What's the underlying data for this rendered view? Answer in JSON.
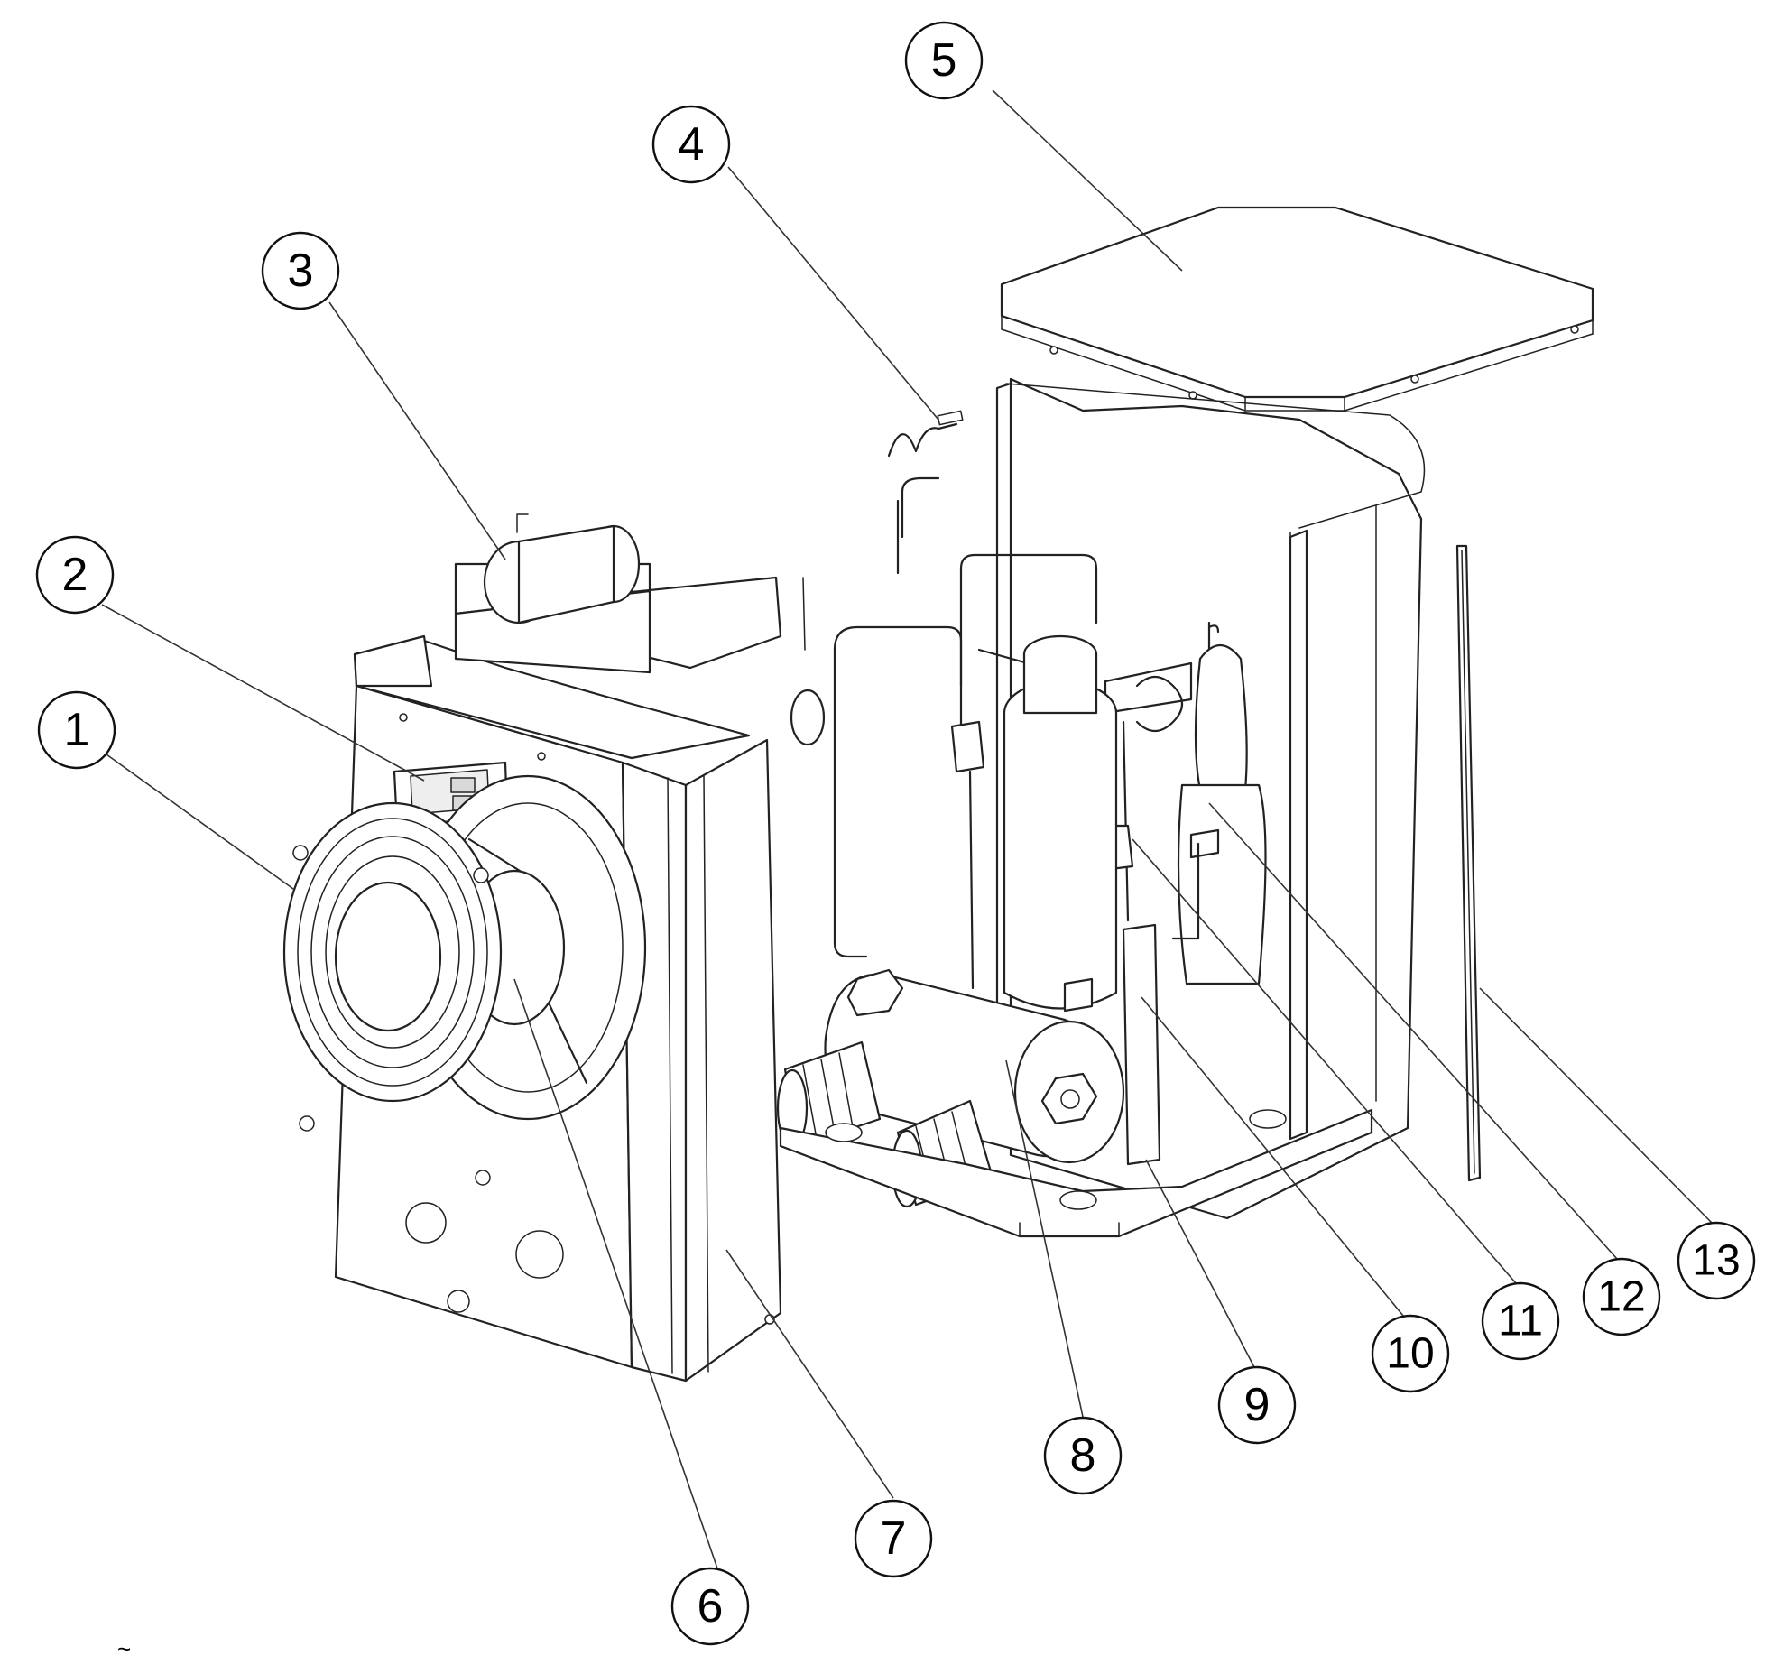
{
  "callouts": [
    {
      "label": "1"
    },
    {
      "label": "2"
    },
    {
      "label": "3"
    },
    {
      "label": "4"
    },
    {
      "label": "5"
    },
    {
      "label": "6"
    },
    {
      "label": "7"
    },
    {
      "label": "8"
    },
    {
      "label": "9"
    },
    {
      "label": "10"
    },
    {
      "label": "11"
    },
    {
      "label": "12"
    },
    {
      "label": "13"
    }
  ],
  "footnote": "~"
}
